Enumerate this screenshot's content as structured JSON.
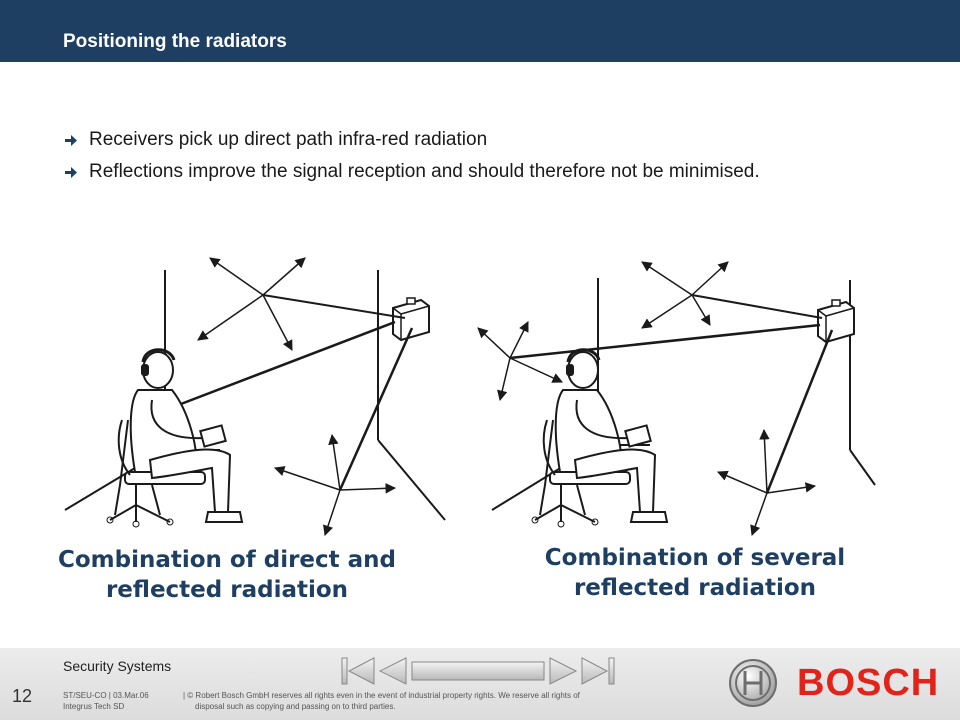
{
  "header": {
    "title": "Positioning the radiators"
  },
  "bullets": [
    "Receivers pick up direct path infra-red radiation",
    "Reflections improve the signal reception and should therefore not be minimised."
  ],
  "captions": {
    "left": [
      "Combination of direct and",
      "reflected radiation"
    ],
    "right": [
      "Combination of several",
      "reflected radiation"
    ]
  },
  "footer": {
    "page_number": "12",
    "company": "Security Systems",
    "meta_line1": "ST/SEU-CO | 03.Mar.06",
    "meta_line2": "Integrus Tech SD",
    "rights_line1": "| © Robert Bosch GmbH reserves all rights even in the event of industrial property rights. We reserve all rights of",
    "rights_line2": "disposal such as copying and passing on to third parties.",
    "logo": "BOSCH"
  },
  "colors": {
    "header_bg": "#1e3f62",
    "caption": "#1e3f62",
    "logo_red": "#e2231a"
  },
  "icons": [
    "bullet-arrow-icon",
    "first-page-icon",
    "previous-icon",
    "next-icon",
    "last-page-icon",
    "bosch-armature-icon"
  ]
}
